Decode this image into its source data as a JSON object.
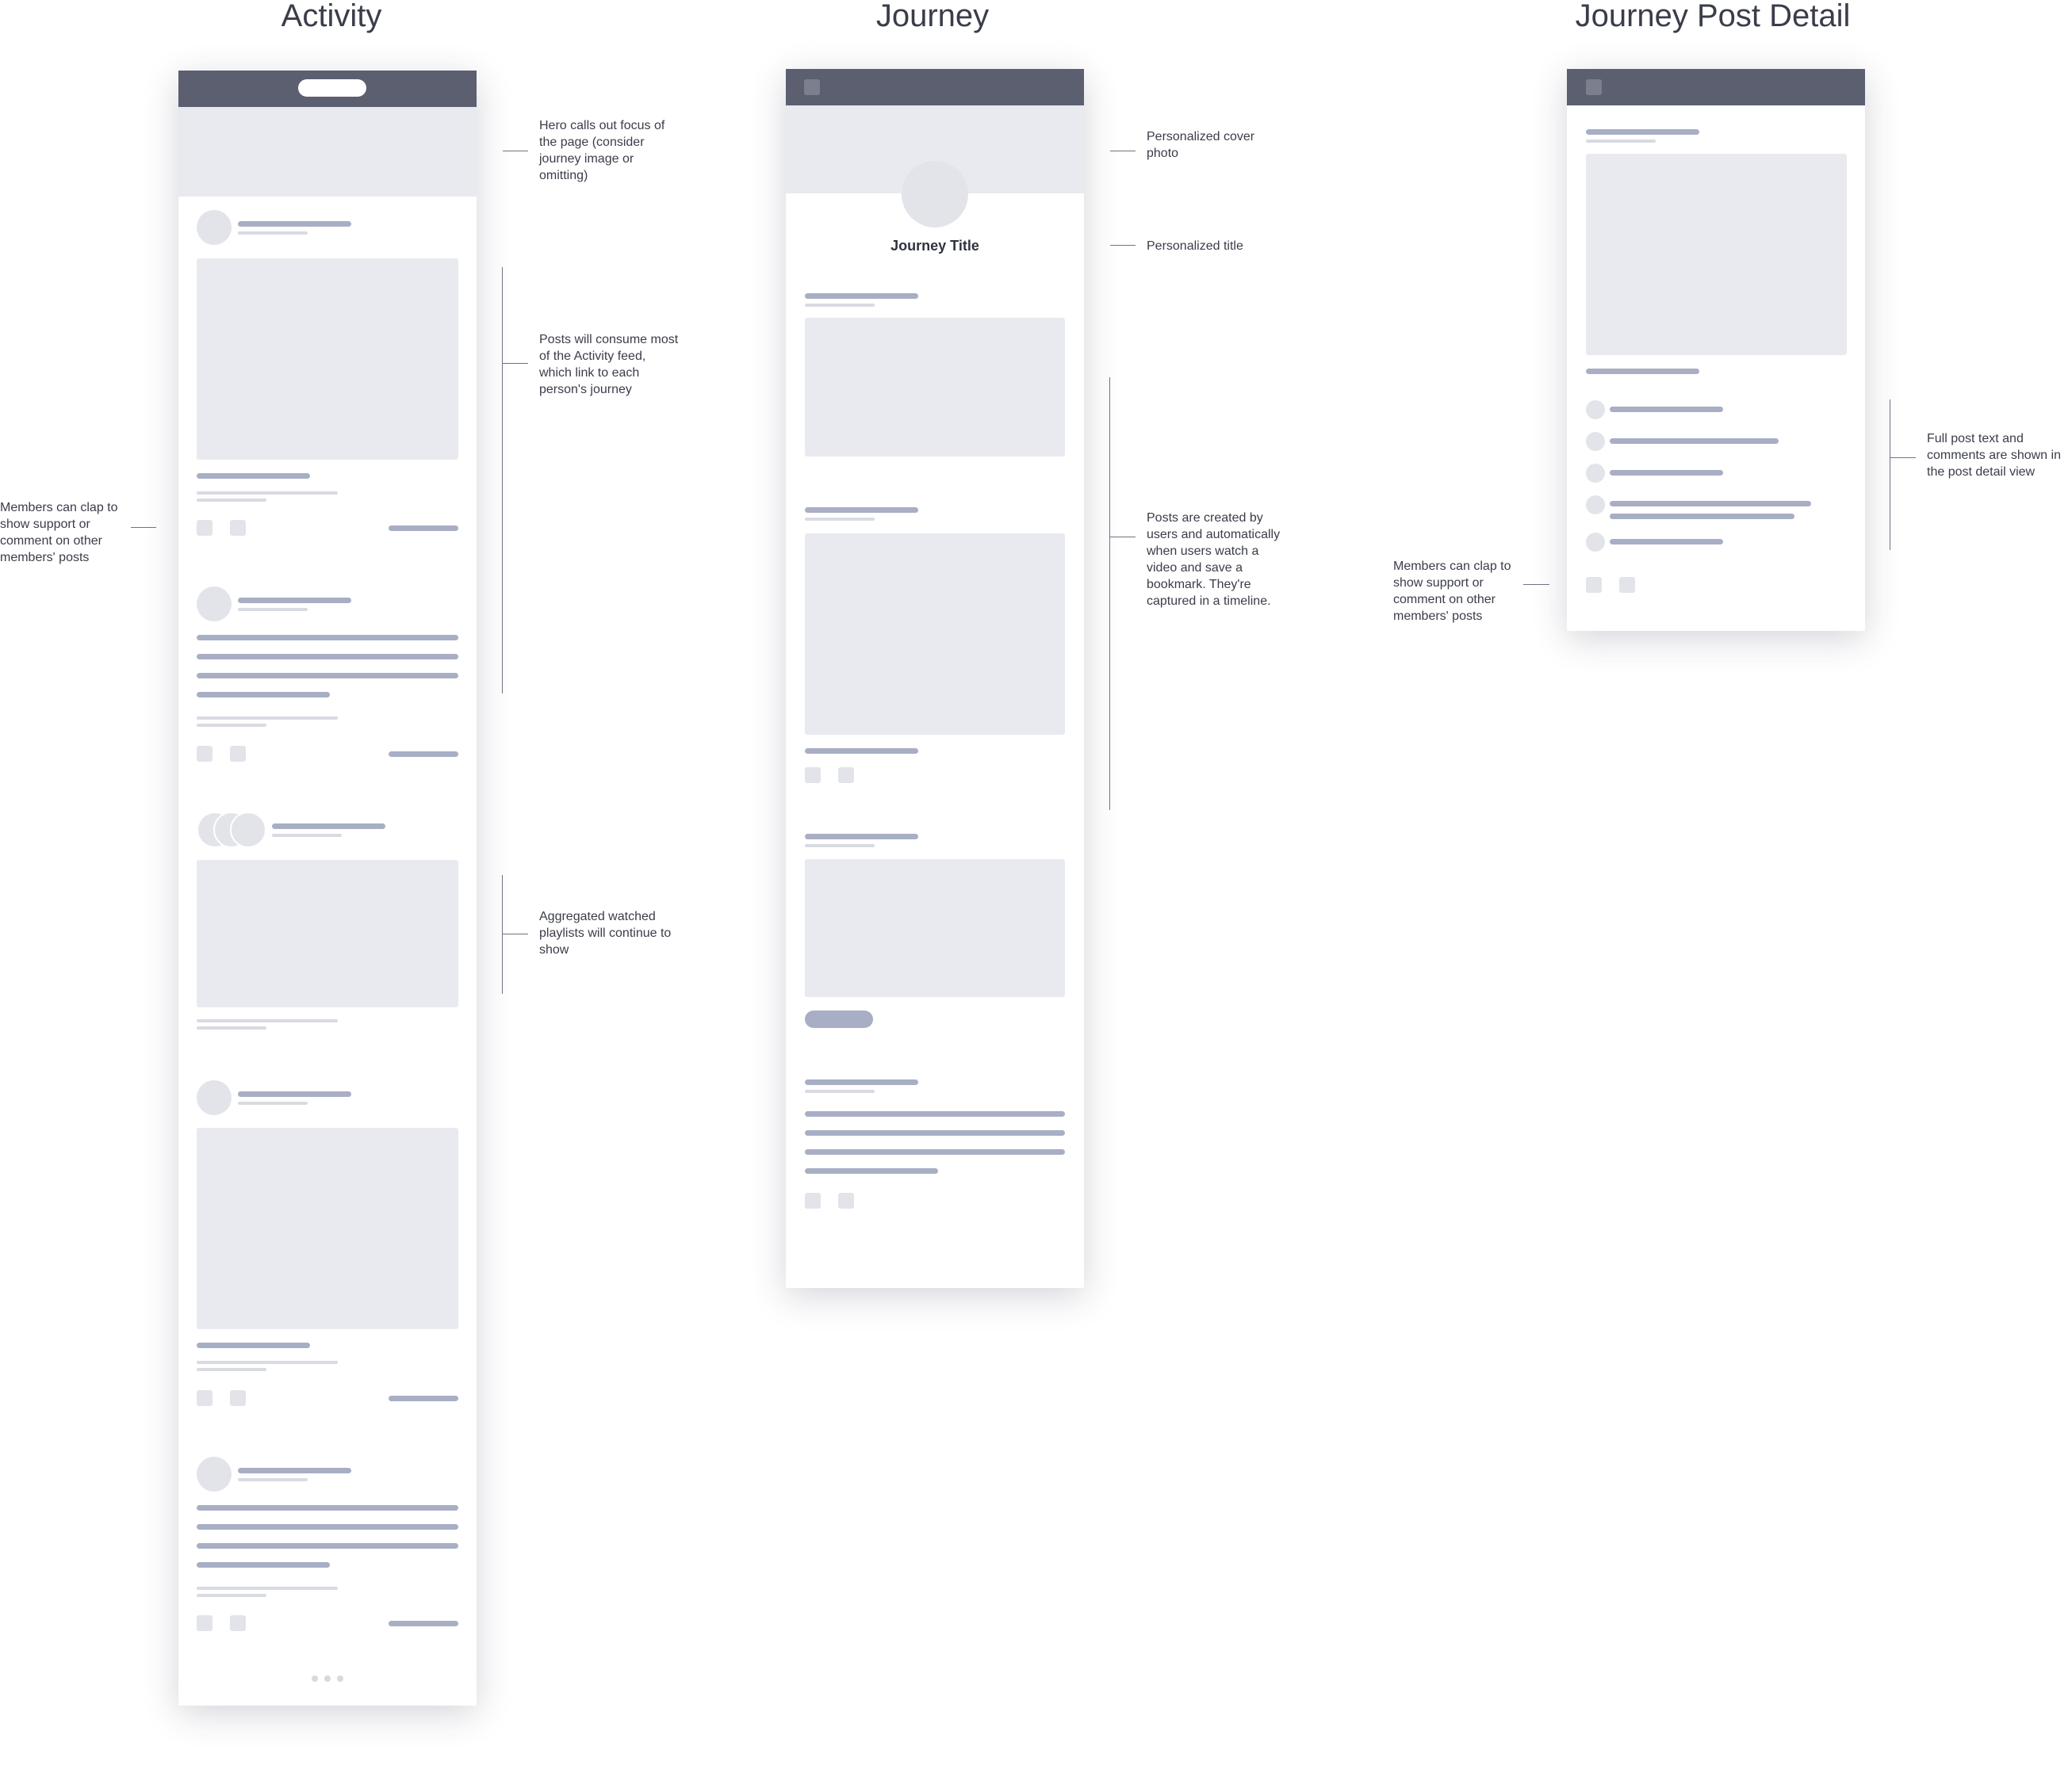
{
  "columns": {
    "activity": "Activity",
    "journey": "Journey",
    "post_detail": "Journey Post Detail"
  },
  "journey_screen": {
    "title": "Journey Title"
  },
  "annotations": {
    "hero": "Hero calls out focus of\nthe page (consider\njourney image or\nomitting)",
    "posts": "Posts will consume most\nof the Activity feed,\nwhich link to each\nperson's journey",
    "aggregated": "Aggregated watched\nplaylists will continue to\nshow",
    "clap_activity": "Members can clap to\nshow support or\ncomment on other\nmembers' posts",
    "cover_photo": "Personalized cover\nphoto",
    "personalized_title": "Personalized title",
    "timeline": "Posts are created by\nusers and automatically\nwhen users watch a\nvideo and save a\nbookmark. They're\ncaptured in a timeline.",
    "full_post": "Full post text and\ncomments are shown in\nthe post detail view",
    "clap_detail": "Members can clap to\nshow support or\ncomment on other\nmembers' posts"
  },
  "colors": {
    "topbar": "#5b5f70",
    "placeholder_fill": "#e9eaef",
    "text_line": "#a8aec4",
    "light_line": "#d9dbe3"
  }
}
